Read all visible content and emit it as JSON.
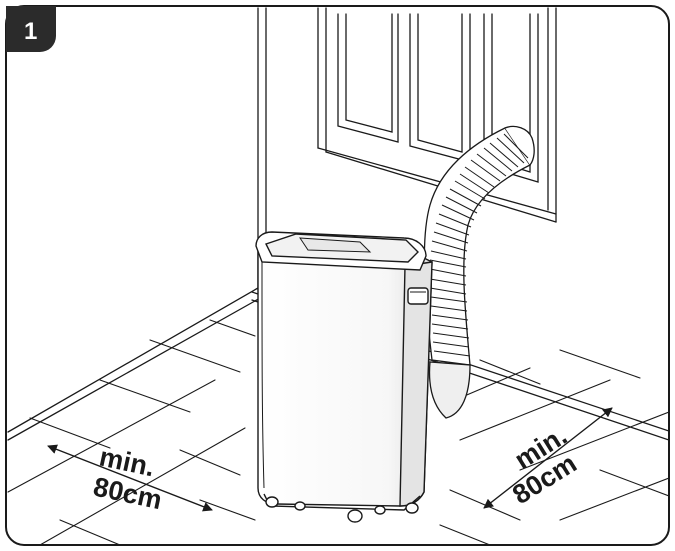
{
  "step": {
    "number": "1"
  },
  "clearance_left": {
    "line1": "min.",
    "line2": "80cm"
  },
  "clearance_right": {
    "line1": "min.",
    "line2": "80cm"
  },
  "colors": {
    "ink": "#1a1a1a",
    "badge": "#2b2b2b",
    "paper": "#ffffff"
  },
  "icons": {
    "step_badge": "rounded-square-number",
    "appliance": "portable-air-conditioner",
    "hose": "flexible-exhaust-hose",
    "arrow": "double-headed-arrow"
  }
}
